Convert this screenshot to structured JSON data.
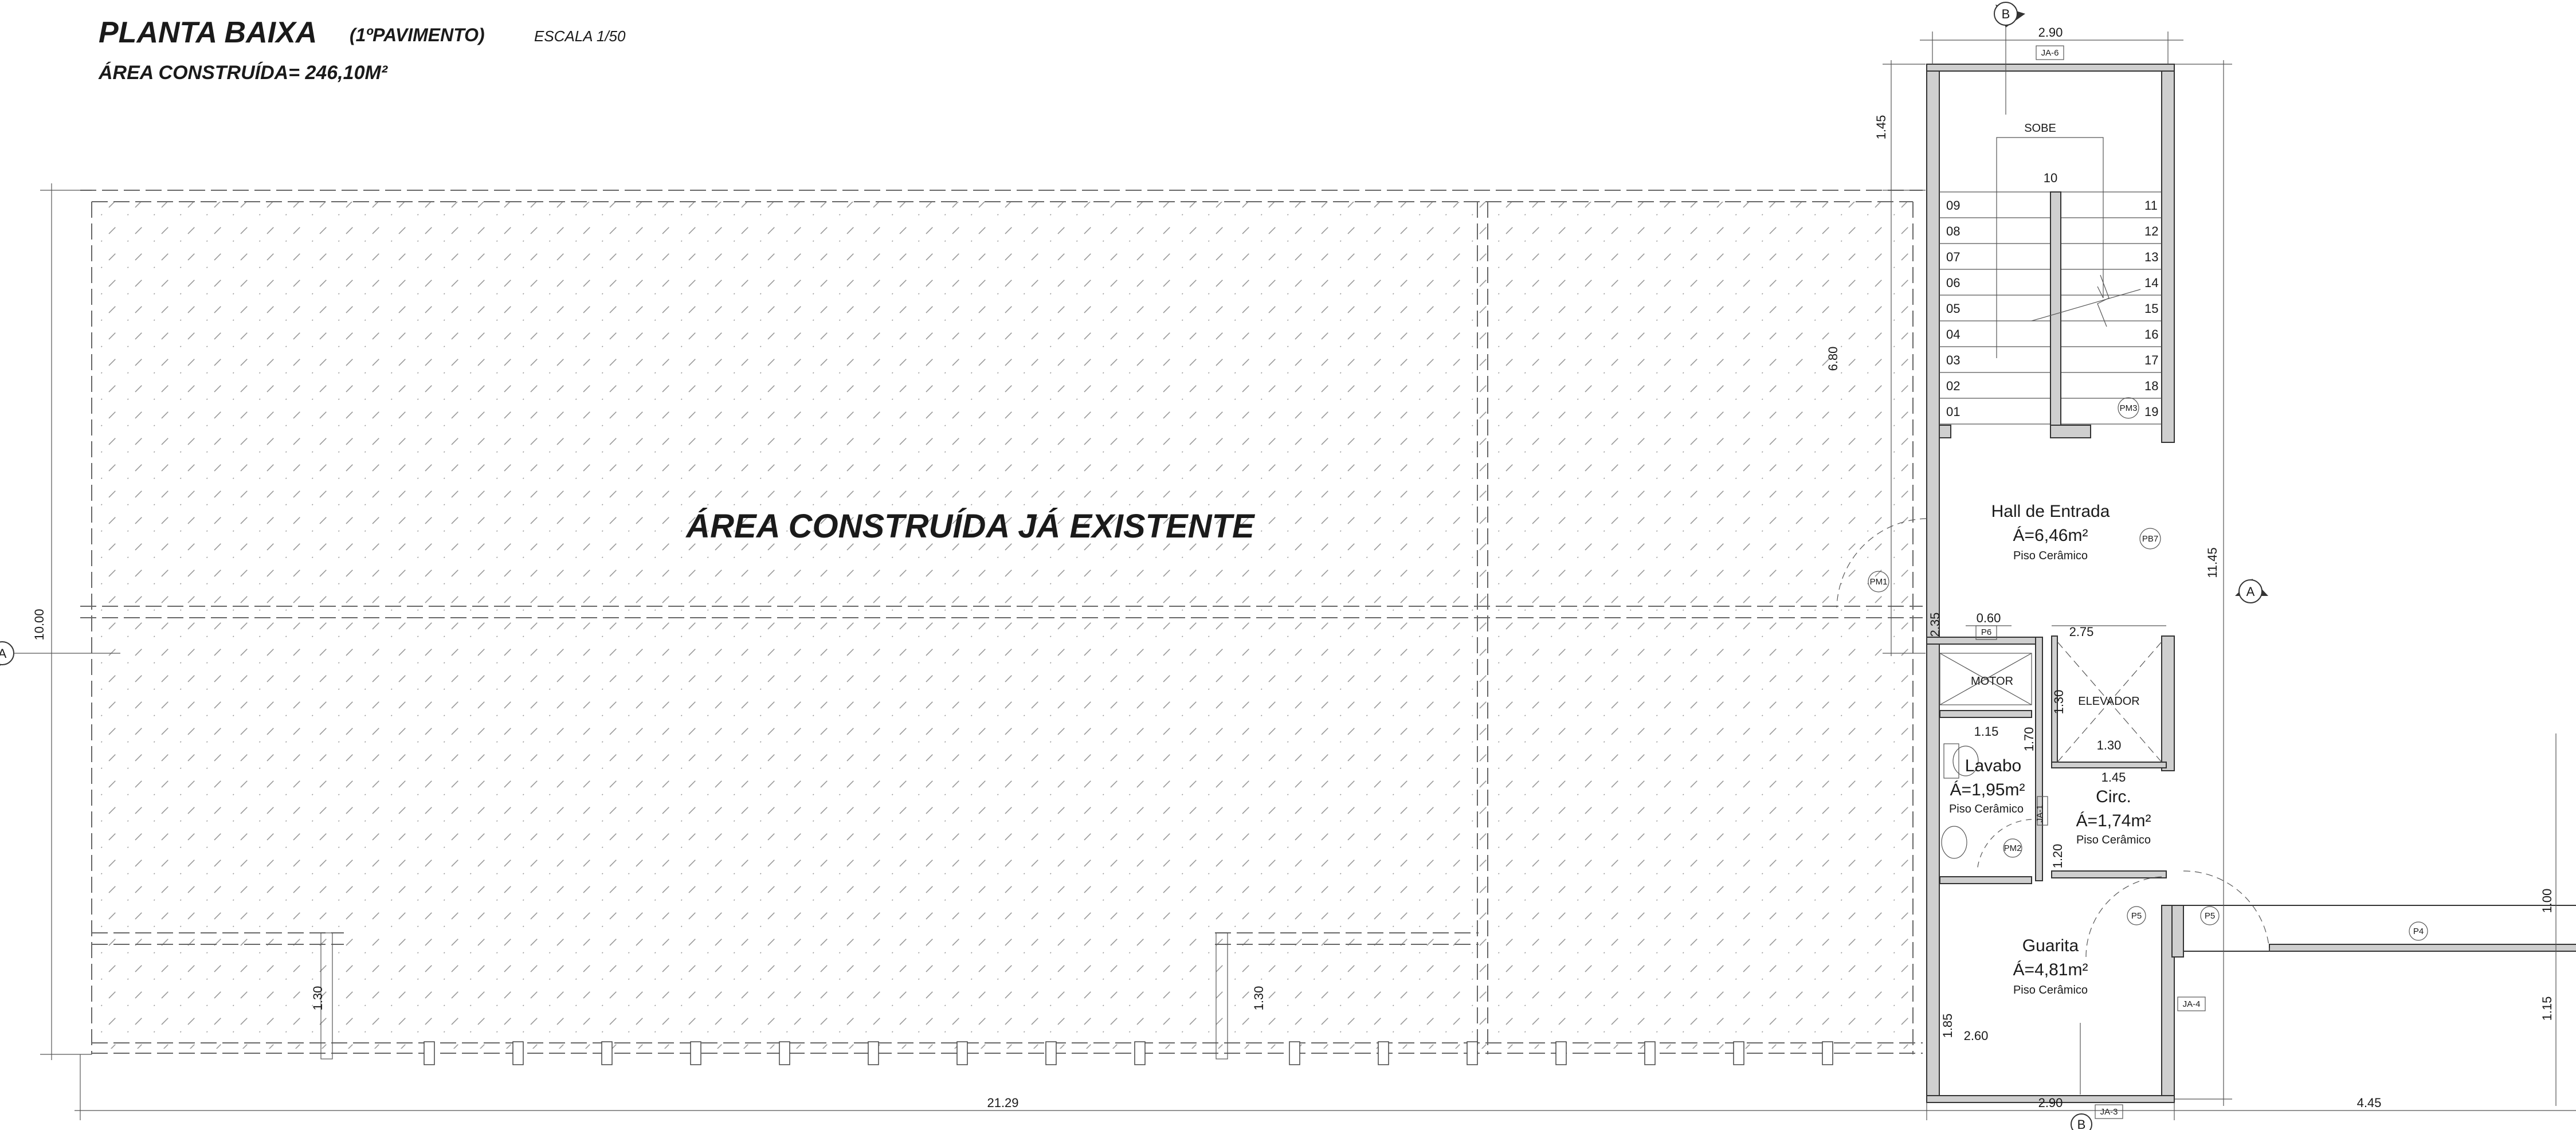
{
  "title": {
    "main": "PLANTA BAIXA",
    "suffix": "(1ºPAVIMENTO)",
    "scale": "ESCALA 1/50",
    "area": "ÁREA CONSTRUÍDA= 246,10M²"
  },
  "existing_area_label": "ÁREA CONSTRUÍDA JÁ EXISTENTE",
  "rooms": {
    "hall": {
      "name": "Hall de Entrada",
      "area": "Á=6,46m²",
      "floor": "Piso Cerâmico"
    },
    "lavabo": {
      "name": "Lavabo",
      "area": "Á=1,95m²",
      "floor": "Piso Cerâmico"
    },
    "circ": {
      "name": "Circ.",
      "area": "Á=1,74m²",
      "floor": "Piso Cerâmico"
    },
    "guarita": {
      "name": "Guarita",
      "area": "Á=4,81m²",
      "floor": "Piso Cerâmico"
    },
    "motor": "MOTOR",
    "elevador": "ELEVADOR"
  },
  "stair": {
    "label": "SOBE",
    "top": "10",
    "left_steps": [
      "09",
      "08",
      "07",
      "06",
      "05",
      "04",
      "03",
      "02",
      "01"
    ],
    "right_steps": [
      "11",
      "12",
      "13",
      "14",
      "15",
      "16",
      "17",
      "18",
      "19"
    ]
  },
  "section_markers": {
    "a": "A",
    "b": "B"
  },
  "dimensions": {
    "top_width": "2.90",
    "stair_depth": "1.45",
    "existing_depth": "6.80",
    "total_height": "11.45",
    "left_height": "10.00",
    "h_235": "2.35",
    "motor_w": "0.60",
    "elev_w": "2.75",
    "elev_h": "1.30",
    "elev_w2": "1.30",
    "lav_w": "1.15",
    "lav_h": "1.70",
    "circ_w": "1.45",
    "circ_h": "1.20",
    "post_left": "1.30",
    "post_mid": "1.30",
    "g_185": "1.85",
    "g_260": "2.60",
    "right_100": "1.00",
    "right_115": "1.15",
    "bottom_total": "21.29",
    "bottom_mid": "2.90",
    "bottom_right": "4.45"
  },
  "tags": {
    "ja6": "JA-6",
    "ja4": "JA-4",
    "ja3": "JA-3",
    "ja1": "JA-1",
    "pm1": "PM1",
    "pm2": "PM2",
    "pm3": "PM3",
    "pb7": "PB7",
    "p4": "P4",
    "p5a": "P5",
    "p5b": "P5",
    "p6": "P6"
  }
}
